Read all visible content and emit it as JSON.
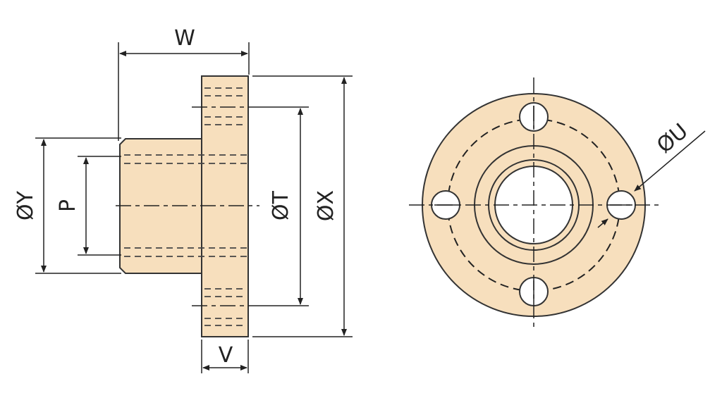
{
  "labels": {
    "w": "W",
    "y": "ØY",
    "p": "P",
    "t": "ØT",
    "x": "ØX",
    "v": "V",
    "u": "ØU"
  },
  "colors": {
    "bronze": "#f7dfbd",
    "outline": "#333333",
    "hole": "#ffffff"
  }
}
